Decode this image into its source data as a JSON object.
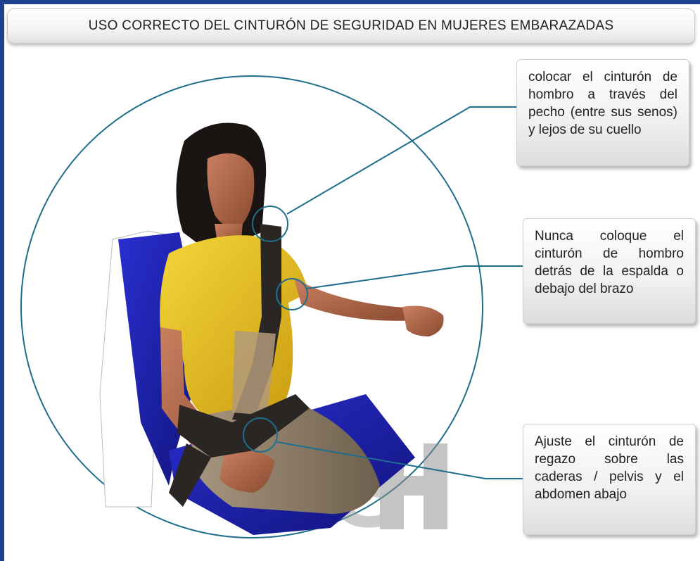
{
  "title": "USO CORRECTO DEL CINTURÓN DE SEGURIDAD EN MUJERES EMBARAZADAS",
  "callouts": [
    {
      "text": "colocar el cinturón de hombro a través del pecho (entre sus senos) y lejos de su cuello"
    },
    {
      "text": "Nunca coloque el cinturón de hombro detrás de la espalda o debajo del brazo"
    },
    {
      "text": "Ajuste el cinturón de regazo sobre las caderas / pelvis y el abdomen abajo"
    }
  ],
  "watermark": "SH",
  "colors": {
    "frame": "#1f3f8f",
    "leader_lines": "#1e6e8c",
    "seat": "#1a1fa8",
    "shirt": "#e8c21c",
    "belt": "#2a2624",
    "skin": "#b06a48",
    "hair": "#1a1412",
    "pants": "#8a7a66"
  }
}
